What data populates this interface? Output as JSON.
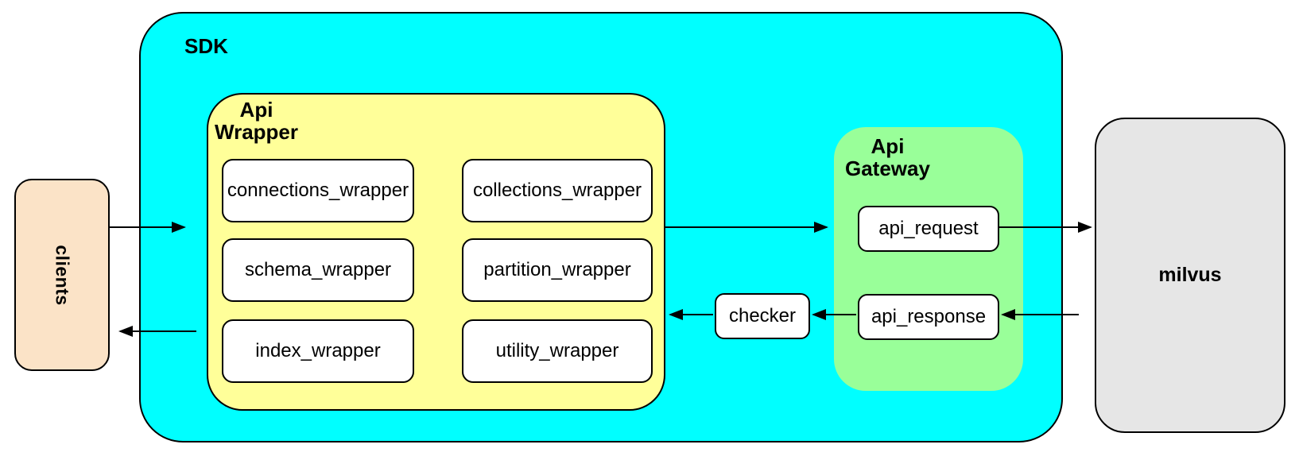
{
  "diagram": {
    "background_color": "#ffffff",
    "arrow_color": "#000000",
    "nodes": {
      "clients": {
        "label": "clients",
        "fill": "#fbe3c7",
        "border": "#000000"
      },
      "sdk": {
        "label": "SDK",
        "fill": "#00ffff",
        "border": "#000000"
      },
      "api_wrapper": {
        "title": [
          "Api",
          "Wrapper"
        ],
        "fill": "#ffff99",
        "border": "#000000",
        "items": [
          "connections_wrapper",
          "collections_wrapper",
          "schema_wrapper",
          "partition_wrapper",
          "index_wrapper",
          "utility_wrapper"
        ]
      },
      "checker": {
        "label": "checker",
        "fill": "#ffffff",
        "border": "#000000"
      },
      "api_gateway": {
        "title": [
          "Api",
          "Gateway"
        ],
        "fill": "#99ff99",
        "items": [
          "api_request",
          "api_response"
        ]
      },
      "milvus": {
        "label": "milvus",
        "fill": "#e6e6e6",
        "border": "#000000"
      }
    },
    "edges": [
      {
        "from": "clients",
        "to": "sdk"
      },
      {
        "from": "sdk",
        "to": "clients"
      },
      {
        "from": "api_wrapper",
        "to": "api_request"
      },
      {
        "from": "api_request",
        "to": "milvus"
      },
      {
        "from": "milvus",
        "to": "api_response"
      },
      {
        "from": "api_response",
        "to": "checker"
      },
      {
        "from": "checker",
        "to": "api_wrapper"
      }
    ]
  }
}
